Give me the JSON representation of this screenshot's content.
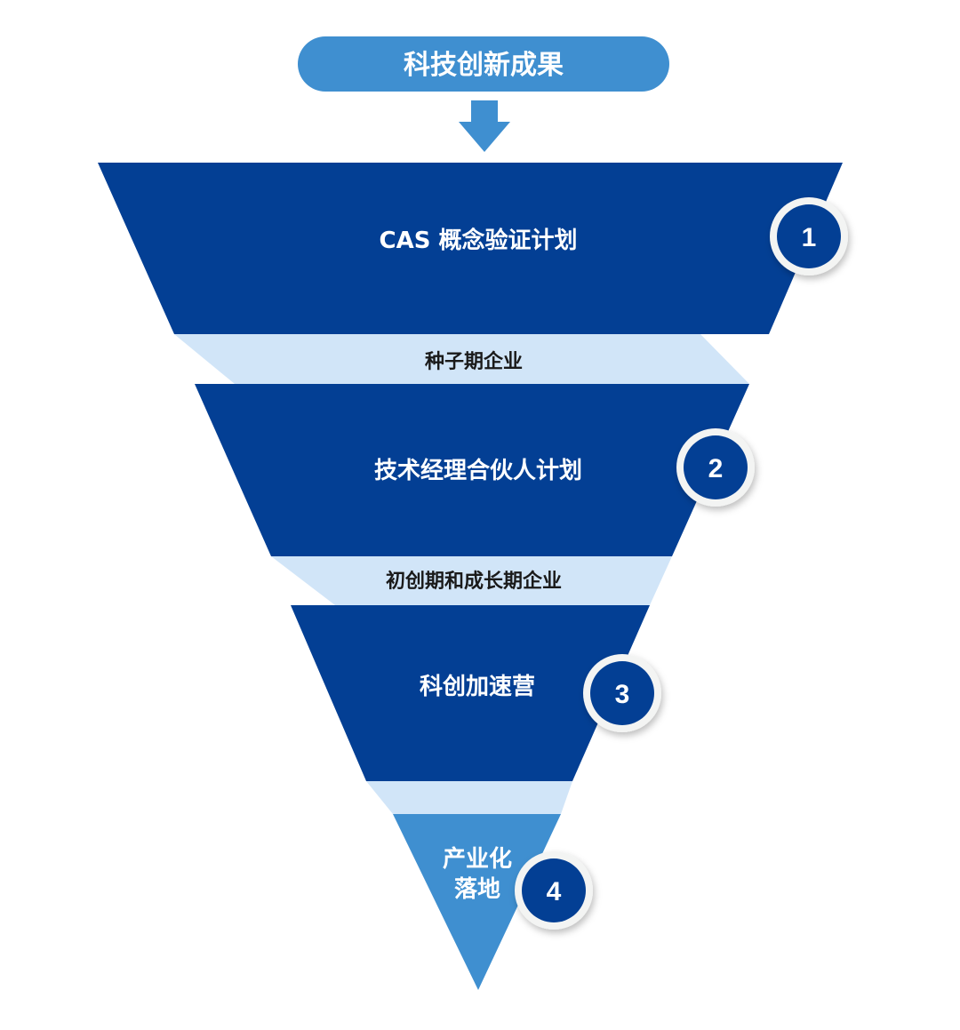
{
  "title": "科技创新成果",
  "stages": [
    {
      "label": "CAS 概念验证计划",
      "badge": "1"
    },
    {
      "label": "技术经理合伙人计划",
      "badge": "2"
    },
    {
      "label": "科创加速营",
      "badge": "3"
    },
    {
      "label_line1": "产业化",
      "label_line2": "落地",
      "badge": "4"
    }
  ],
  "bands": [
    "种子期企业",
    "初创期和成长期企业"
  ],
  "colors": {
    "dark_blue": "#033f94",
    "medium_blue": "#3f8fd0",
    "light_blue": "#d1e5f8",
    "badge_ring": "#f3f4f3"
  }
}
